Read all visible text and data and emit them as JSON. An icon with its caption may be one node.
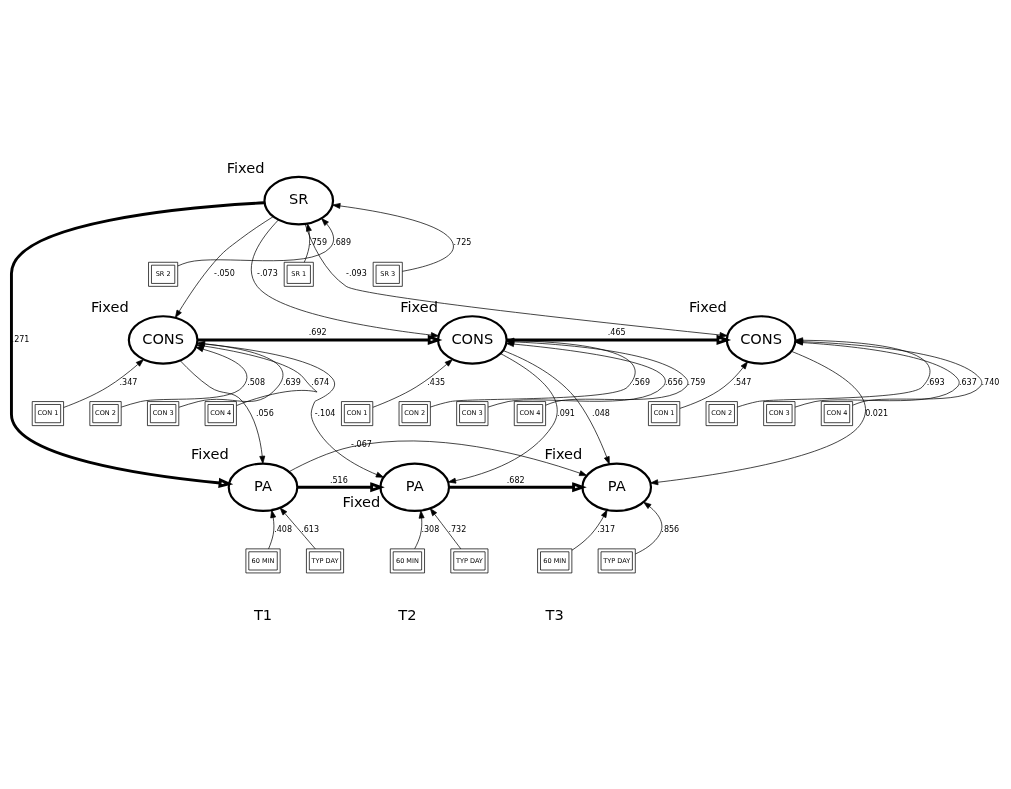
{
  "diagram": {
    "nodes": [
      {
        "text": [
          "SR"
        ],
        "beside": [
          "Fixed"
        ]
      },
      {
        "text": [
          "SR 1"
        ]
      },
      {
        "text": [
          "SR 2"
        ]
      },
      {
        "text": [
          "SR 3"
        ]
      },
      {
        "text": [
          "CONS"
        ],
        "beside": [
          "Fixed"
        ]
      },
      {
        "text": [
          "CON 1"
        ]
      },
      {
        "text": [
          "CON 2"
        ]
      },
      {
        "text": [
          "CON 3"
        ]
      },
      {
        "text": [
          "CON 4"
        ]
      },
      {
        "text": [
          "PA"
        ],
        "beside": [
          "Fixed"
        ]
      },
      {
        "text": [
          "60 MIN"
        ]
      },
      {
        "text": [
          "TYP DAY"
        ]
      },
      {
        "text": [
          "CONS"
        ],
        "beside": [
          "Fixed"
        ]
      },
      {
        "text": [
          "CON 1"
        ]
      },
      {
        "text": [
          "CON 2"
        ]
      },
      {
        "text": [
          "CON 3"
        ]
      },
      {
        "text": [
          "CON 4"
        ]
      },
      {
        "text": [
          "PA"
        ],
        "beside": [
          "Fixed"
        ]
      },
      {
        "text": [
          "60 MIN"
        ]
      },
      {
        "text": [
          "TYP DAY"
        ]
      },
      {
        "text": [
          "CONS"
        ],
        "beside": [
          "Fixed"
        ]
      },
      {
        "text": [
          "CON 1"
        ]
      },
      {
        "text": [
          "CON 2"
        ]
      },
      {
        "text": [
          "CON 3"
        ]
      },
      {
        "text": [
          "CON 4"
        ]
      },
      {
        "text": [
          "PA"
        ],
        "beside": [
          "Fixed"
        ]
      },
      {
        "text": [
          "60 MIN"
        ]
      },
      {
        "text": [
          "TYP DAY"
        ]
      }
    ],
    "edges": [
      {
        "from": 1,
        "to": 0,
        "arrow": "to",
        "label": ".759"
      },
      {
        "from": 2,
        "to": 0,
        "arrow": "to",
        "label": ".689"
      },
      {
        "from": 3,
        "to": 0,
        "arrow": "to",
        "label": ".725"
      },
      {
        "from": 0,
        "to": 4,
        "arrow": "to",
        "label": "-.050"
      },
      {
        "from": 0,
        "to": 9,
        "arrow": "to",
        "label": ".271",
        "style": "thick"
      },
      {
        "from": 0,
        "to": 12,
        "arrow": "to",
        "label": "-.073"
      },
      {
        "from": 0,
        "to": 20,
        "arrow": "to",
        "label": "-.093"
      },
      {
        "from": 5,
        "to": 4,
        "arrow": "to",
        "label": ".347"
      },
      {
        "from": 6,
        "to": 4,
        "arrow": "to",
        "label": ".508"
      },
      {
        "from": 7,
        "to": 4,
        "arrow": "to",
        "label": ".639"
      },
      {
        "from": 8,
        "to": 4,
        "arrow": "to",
        "label": ".674"
      },
      {
        "from": 4,
        "to": 12,
        "arrow": "to",
        "label": ".692",
        "style": "thick"
      },
      {
        "from": 4,
        "to": 9,
        "arrow": "to",
        "label": ".056"
      },
      {
        "from": 4,
        "to": 17,
        "arrow": "to",
        "label": "-.104"
      },
      {
        "from": 10,
        "to": 9,
        "arrow": "to",
        "label": ".408"
      },
      {
        "from": 11,
        "to": 9,
        "arrow": "to",
        "label": ".613"
      },
      {
        "from": 9,
        "to": 17,
        "arrow": "to",
        "label": ".516",
        "style": "thick"
      },
      {
        "from": 9,
        "to": 25,
        "arrow": "to",
        "label": "-.067"
      },
      {
        "from": 13,
        "to": 12,
        "arrow": "to",
        "label": ".435"
      },
      {
        "from": 14,
        "to": 12,
        "arrow": "to",
        "label": ".569"
      },
      {
        "from": 15,
        "to": 12,
        "arrow": "to",
        "label": ".656"
      },
      {
        "from": 16,
        "to": 12,
        "arrow": "to",
        "label": ".759"
      },
      {
        "from": 12,
        "to": 20,
        "arrow": "to",
        "label": ".465",
        "style": "thick"
      },
      {
        "from": 12,
        "to": 17,
        "arrow": "to",
        "label": ".091"
      },
      {
        "from": 12,
        "to": 25,
        "arrow": "to",
        "label": ".048"
      },
      {
        "from": 18,
        "to": 17,
        "arrow": "to",
        "label": ".308"
      },
      {
        "from": 19,
        "to": 17,
        "arrow": "to",
        "label": ".732"
      },
      {
        "from": 17,
        "to": 25,
        "arrow": "to",
        "label": ".682",
        "style": "thick"
      },
      {
        "from": 21,
        "to": 20,
        "arrow": "to",
        "label": ".547"
      },
      {
        "from": 22,
        "to": 20,
        "arrow": "to",
        "label": ".693"
      },
      {
        "from": 23,
        "to": 20,
        "arrow": "to",
        "label": ".637"
      },
      {
        "from": 24,
        "to": 20,
        "arrow": "to",
        "label": ".740"
      },
      {
        "from": 20,
        "to": 25,
        "arrow": "to",
        "label": "0.021"
      },
      {
        "from": 26,
        "to": 25,
        "arrow": "to",
        "label": ".317"
      },
      {
        "from": 27,
        "to": 25,
        "arrow": "to",
        "label": ".856"
      }
    ],
    "labels": [
      "T1",
      "T2",
      "T3"
    ]
  }
}
